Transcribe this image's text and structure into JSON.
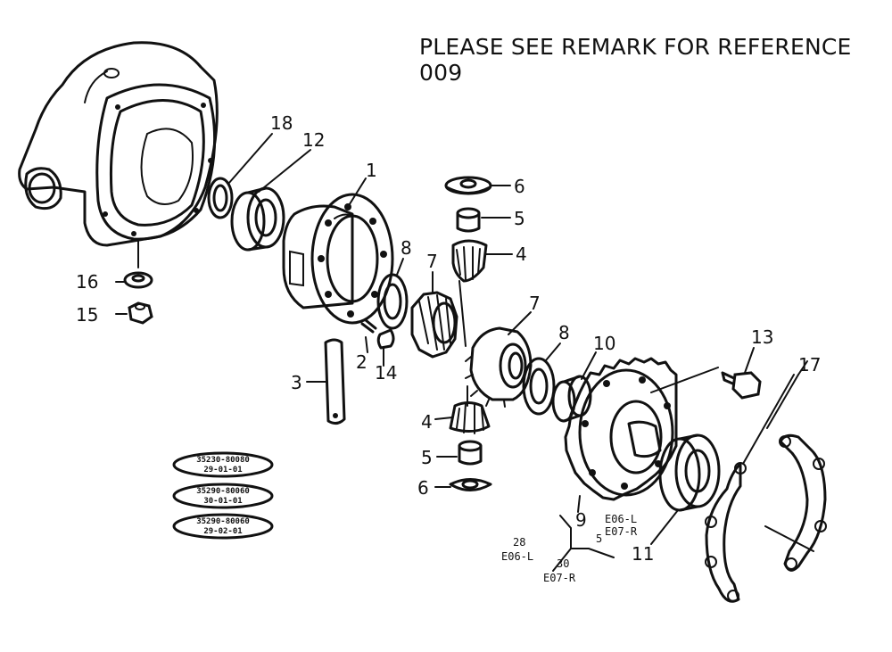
{
  "header": {
    "remark": "PLEASE SEE REMARK FOR REFERENCE 009"
  },
  "callouts": {
    "c1": "1",
    "c2": "2",
    "c3": "3",
    "c4a": "4",
    "c4b": "4",
    "c5a": "5",
    "c5b": "5",
    "c6a": "6",
    "c6b": "6",
    "c7a": "7",
    "c7b": "7",
    "c8a": "8",
    "c8b": "8",
    "c9": "9",
    "c10": "10",
    "c11": "11",
    "c12": "12",
    "c13": "13",
    "c14": "14",
    "c15": "15",
    "c16": "16",
    "c17": "17",
    "c18": "18"
  },
  "variants": {
    "v28": "28",
    "v28_code": "E06-L",
    "v30": "30",
    "v30_code": "E07-R",
    "v5": "5",
    "v5_code_l": "E06-L",
    "v5_code_r": "E07-R"
  },
  "stamps": [
    {
      "part": "35230-80080",
      "date": "29-01-01"
    },
    {
      "part": "35290-80060",
      "date": "30-01-01"
    },
    {
      "part": "35290-80060",
      "date": "29-02-01"
    }
  ]
}
